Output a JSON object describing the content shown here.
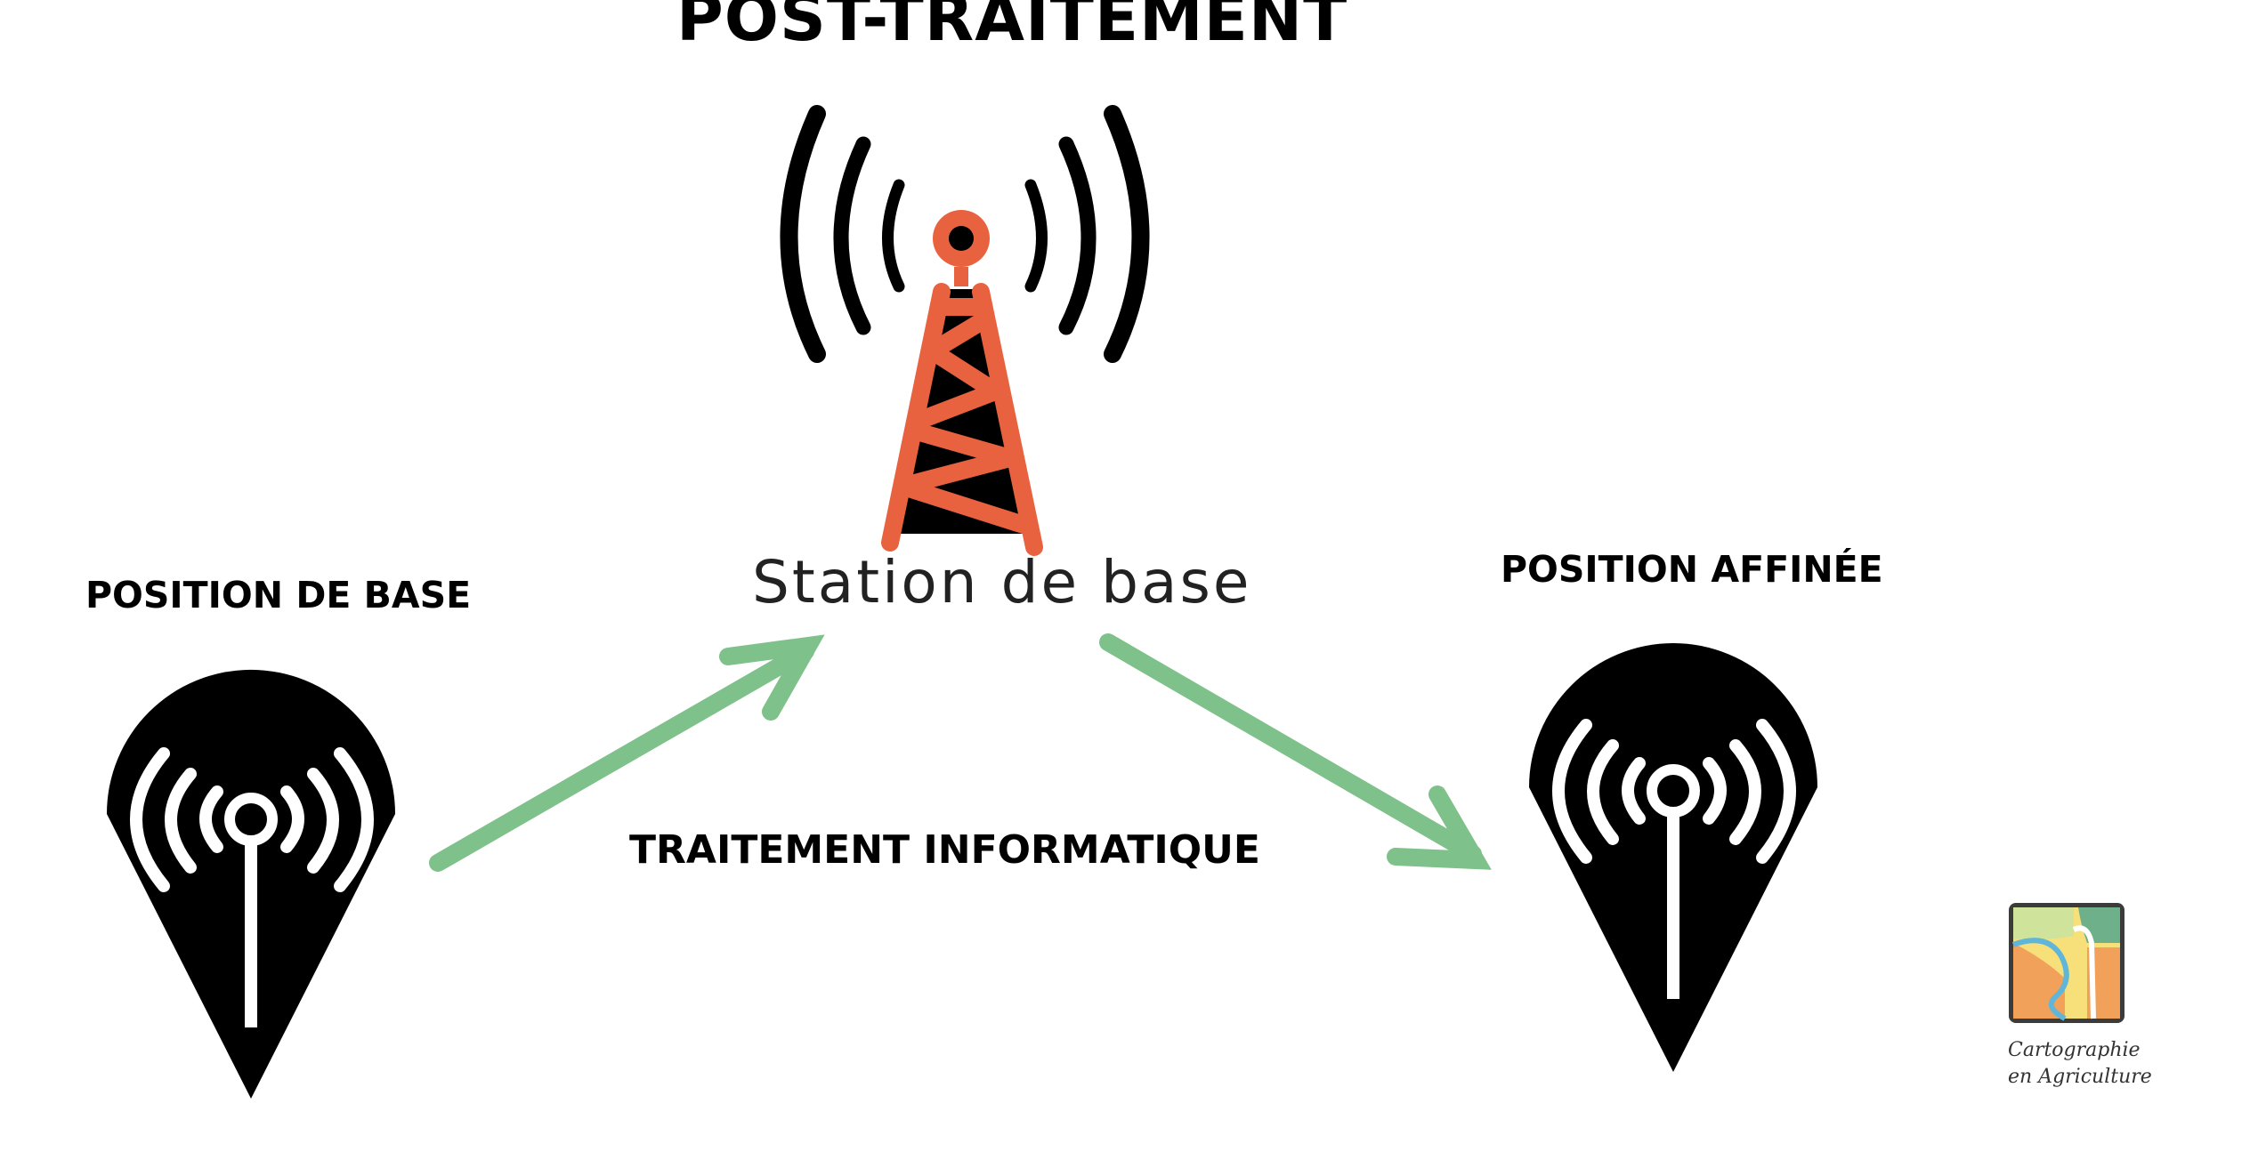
{
  "diagram": {
    "title": "POST-TRAITEMENT",
    "station_label": "Station de base",
    "base_position_label": "POSITION DE BASE",
    "refined_position_label": "POSITION AFFINÉE",
    "process_label": "TRAITEMENT INFORMATIQUE"
  },
  "logo": {
    "line1": "Cartographie",
    "line2": "en Agriculture"
  },
  "colors": {
    "tower": "#e8623f",
    "arrow": "#7fc18a",
    "pin": "#000000"
  }
}
